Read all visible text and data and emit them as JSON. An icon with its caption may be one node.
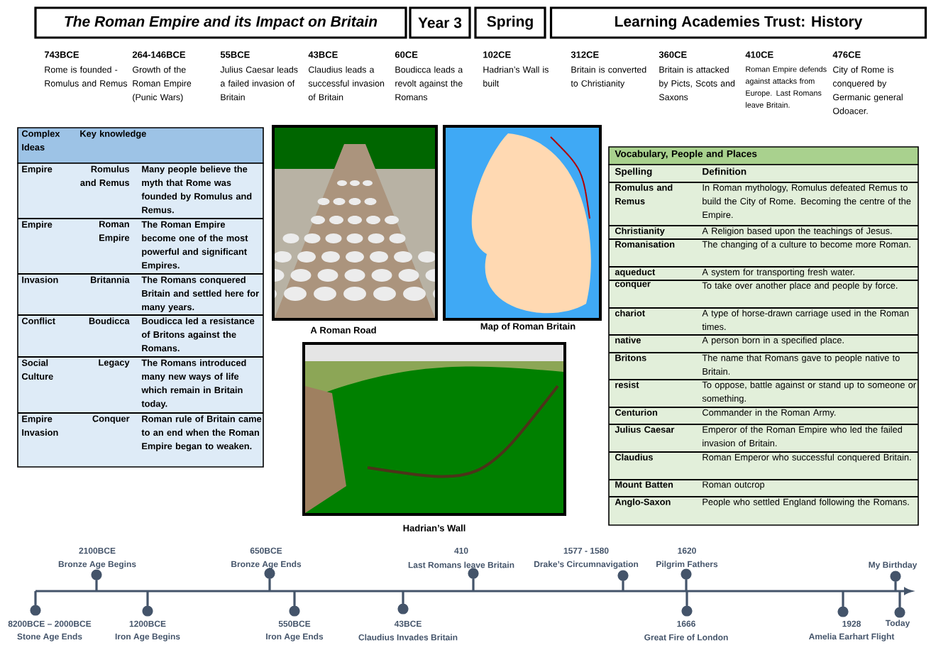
{
  "diagram": {
    "nodes": [
      {
        "text": [
          "The Roman Empire and its Impact on Britain"
        ]
      },
      {
        "text": [
          "Year 3"
        ]
      },
      {
        "text": [
          "Spring"
        ]
      },
      {
        "text": [
          "Learning Academies Trust: History"
        ]
      },
      {
        "text": [],
        "shape": "picture",
        "beside": [
          "A Roman Road"
        ]
      },
      {
        "text": [],
        "shape": "picture",
        "beside": [
          "Map of Roman Britain"
        ]
      },
      {
        "text": [],
        "shape": "picture",
        "beside": [
          "Hadrian’s Wall"
        ]
      }
    ],
    "labels": [
      "743BCE",
      "Rome is founded -Romulus and Remus",
      "264-146BCE",
      "Growth of the Roman Empire (Punic Wars)",
      "55BCE",
      "Julius Caesar leads a failed invasion of Britain",
      "43BCE",
      "Claudius leads a successful invasion of Britain",
      "60CE",
      "Boudicca leads a revolt against the Romans",
      "102CE",
      "Hadrian’s Wall is built",
      "312CE",
      "Britain is converted to Christianity",
      "360CE",
      "Britain is attacked by Picts, Scots and Saxons",
      "410CE",
      "Roman Empire defends against attacks from Europe. Last Romans leave Britain.",
      "476CE",
      "City of Rome is conquered by Germanic general Odoacer.",
      "Complex Ideas",
      "Key knowledge",
      "Empire",
      "Romulus and Remus",
      "Many people believe the myth that Rome was founded by Romulus and Remus.",
      "Empire",
      "Roman Empire",
      "The Roman Empire become one of the most powerful and significant Empires.",
      "Invasion",
      "Britannia",
      "The Romans conquered Britain and settled here for many years.",
      "Conflict",
      "Boudicca",
      "Boudicca led a resistance of Britons against the Romans.",
      "Social Culture",
      "Legacy",
      "The Romans introduced many new ways of life which remain in Britain today.",
      "Empire Invasion",
      "Conquer",
      "Roman rule of Britain came to an end when the Roman Empire began to weaken.",
      "Vocabulary, People and Places",
      "Spelling",
      "Definition",
      "Romulus and Remus",
      "In Roman mythology, Romulus defeated Remus to build the City of Rome. Becoming the centre of the Empire.",
      "Christianity",
      "A Religion based upon the teachings of Jesus.",
      "Romanisation",
      "The changing of a culture to become more Roman.",
      "aqueduct",
      "A system for transporting fresh water.",
      "conquer",
      "To take over another place and people by force.",
      "chariot",
      "A type of horse-drawn carriage used in the Roman times.",
      "native",
      "A person born in a specified place.",
      "Britons",
      "The name that Romans gave to people native to Britain.",
      "resist",
      "To oppose, battle against or stand up to someone or something.",
      "Centurion",
      "Commander in the Roman Army.",
      "Julius Caesar",
      "Emperor of the Roman Empire who led the failed invasion of Britain.",
      "Claudius",
      "Roman Emperor who successful conquered Britain.",
      "Mount Batten",
      "Roman outcrop",
      "Anglo-Saxon",
      "People who settled England following the Romans.",
      "2100BCE",
      "Bronze Age Begins",
      "650BCE",
      "Bronze Age Ends",
      "410",
      "Last Romans leave Britain",
      "1577 - 1580",
      "Drake’s Circumnavigation",
      "1620",
      "Pilgrim Fathers",
      "My Birthday",
      "8200BCE – 2000BCE",
      "Stone Age Ends",
      "1200BCE",
      "Iron Age Begins",
      "550BCE",
      "Iron Age Ends",
      "43BCE",
      "Claudius Invades Britain",
      "1666",
      "Great Fire of London",
      "1928",
      "Amelia Earhart Flight",
      "Today"
    ]
  }
}
